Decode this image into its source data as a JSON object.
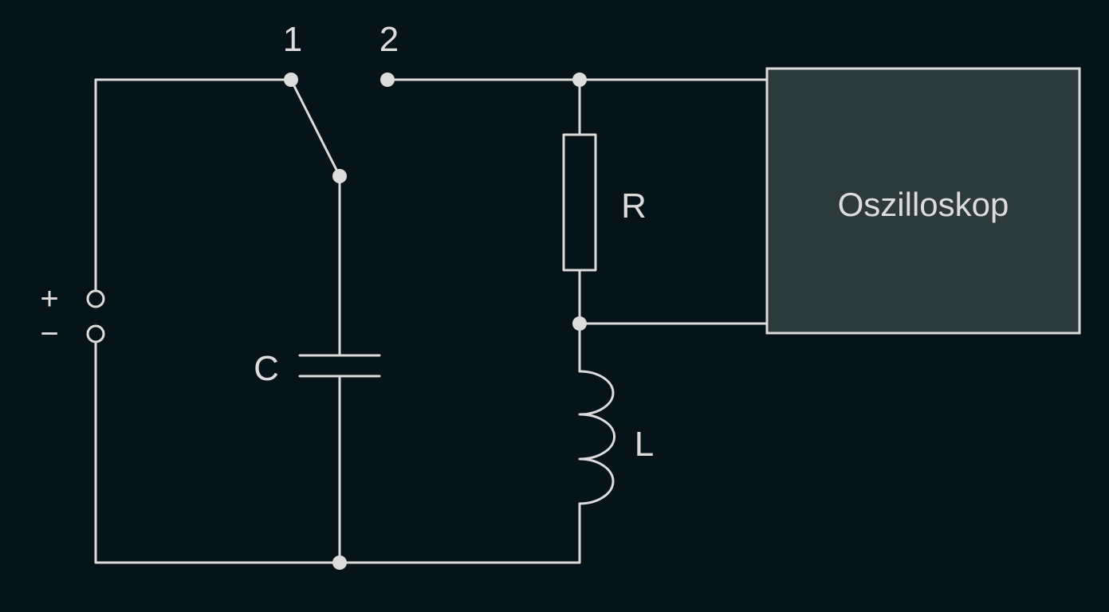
{
  "switch": {
    "position_1_label": "1",
    "position_2_label": "2"
  },
  "source": {
    "plus_label": "+",
    "minus_label": "−"
  },
  "capacitor": {
    "label": "C"
  },
  "resistor": {
    "label": "R"
  },
  "inductor": {
    "label": "L"
  },
  "oscilloscope": {
    "label": "Oszilloskop"
  },
  "colors": {
    "background": "#061419",
    "wire": "#dcdcdc",
    "oscilloscope_fill": "#2d3a3b"
  }
}
